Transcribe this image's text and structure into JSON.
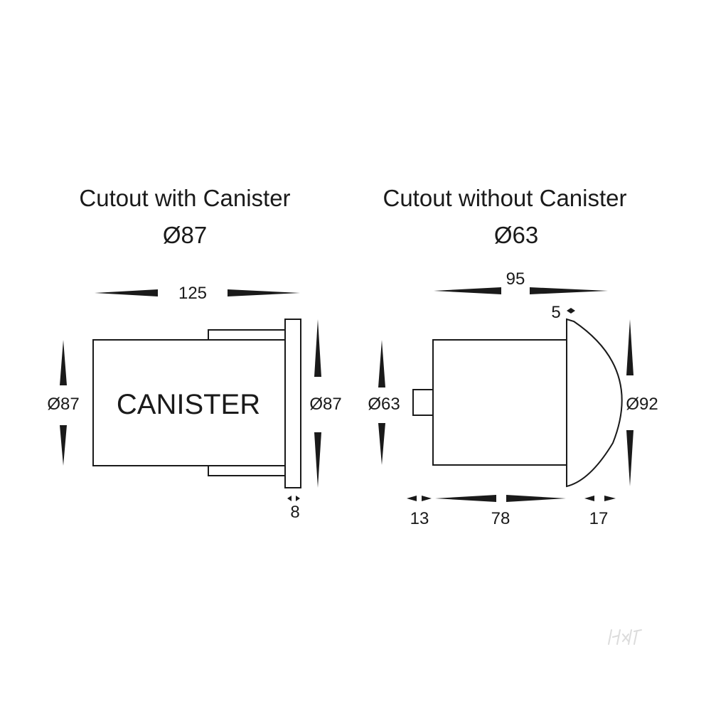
{
  "left_view": {
    "title": "Cutout with Canister",
    "cutout_value": "Ø87",
    "width_label": "125",
    "left_diameter_label": "Ø87",
    "right_diameter_label": "Ø87",
    "flange_label": "8",
    "body_label": "CANISTER"
  },
  "right_view": {
    "title": "Cutout without Canister",
    "cutout_value": "Ø63",
    "width_label": "95",
    "gap_label": "5",
    "left_diameter_label": "Ø63",
    "right_diameter_label": "Ø92",
    "bottom_labels": [
      "13",
      "78",
      "17"
    ]
  },
  "colors": {
    "line": "#1a1a1a",
    "background": "#ffffff"
  }
}
